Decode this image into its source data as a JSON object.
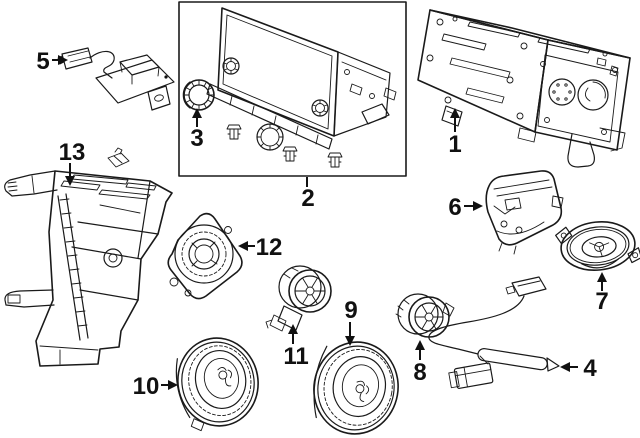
{
  "canvas": {
    "background_color": "#ffffff",
    "line_color": "#1a1a1a",
    "label_color": "#111111"
  },
  "callouts": [
    "1",
    "2",
    "3",
    "4",
    "5",
    "6",
    "7",
    "8",
    "9",
    "10",
    "11",
    "12",
    "13"
  ]
}
